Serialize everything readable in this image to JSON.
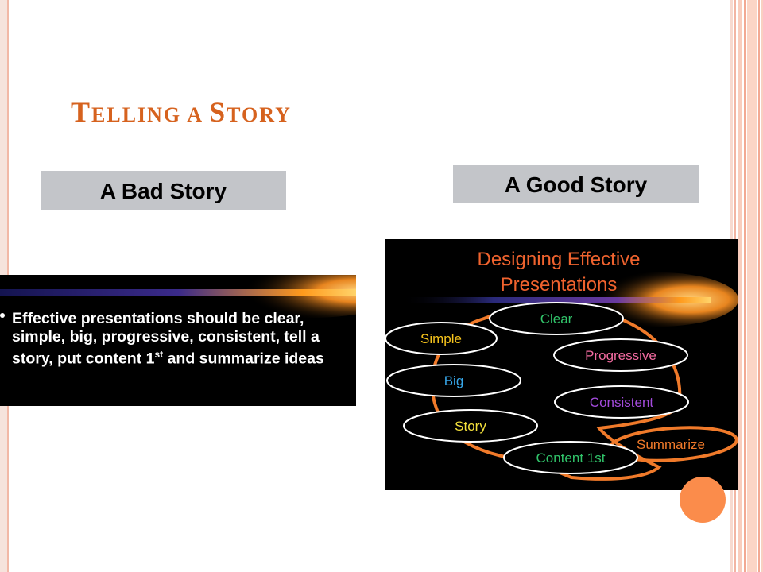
{
  "slide": {
    "title_parts": [
      {
        "text": "T",
        "cap": true
      },
      {
        "text": "ELLING A ",
        "cap": false
      },
      {
        "text": "S",
        "cap": true
      },
      {
        "text": "TORY",
        "cap": false
      }
    ],
    "bad_label": "A Bad Story",
    "good_label": "A Good Story",
    "bad_slide": {
      "text_before_sup": "Effective presentations should be clear, simple, big, progressive, consistent, tell a story, put content 1",
      "sup": "st",
      "text_after_sup": " and summarize ideas"
    },
    "good_slide": {
      "title_line1": "Designing Effective",
      "title_line2": "Presentations",
      "ovals": [
        {
          "name": "clear",
          "label": "Clear",
          "color": "#31c46a"
        },
        {
          "name": "simple",
          "label": "Simple",
          "color": "#f5c31c"
        },
        {
          "name": "progressive",
          "label": "Progressive",
          "color": "#f26ba0"
        },
        {
          "name": "big",
          "label": "Big",
          "color": "#37a6e8"
        },
        {
          "name": "consistent",
          "label": "Consistent",
          "color": "#a34bdc"
        },
        {
          "name": "story",
          "label": "Story",
          "color": "#f5e23c"
        },
        {
          "name": "content",
          "label": "Content 1st",
          "color": "#31c46a"
        },
        {
          "name": "summarize",
          "label": "Summarize",
          "color": "#f07a2a"
        }
      ],
      "title_color": "#f0632e",
      "ring_color": "#f07a2a"
    },
    "colors": {
      "title": "#d6621e",
      "label_bg": "#c3c5c9",
      "accent_circle": "#fb8c4b"
    }
  }
}
